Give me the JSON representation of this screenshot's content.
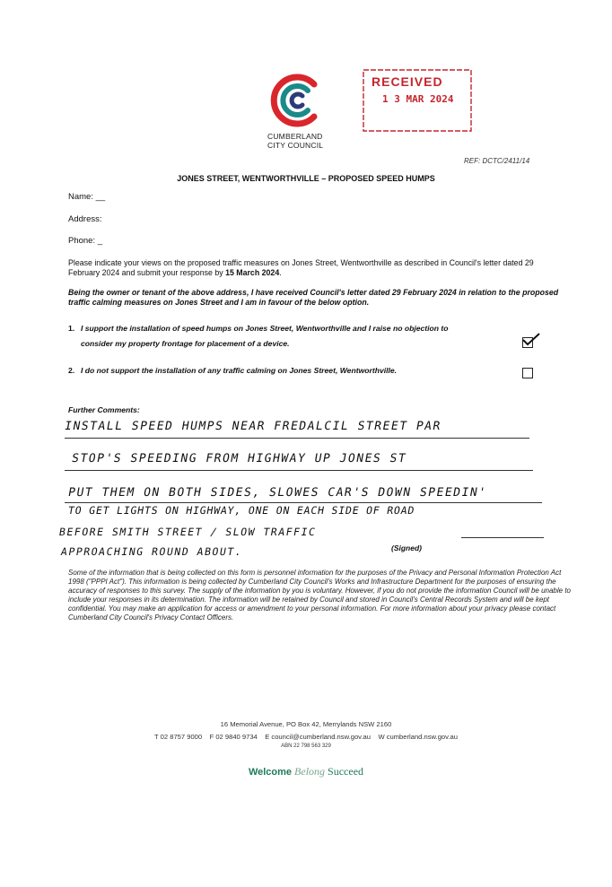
{
  "header": {
    "logo_line1": "CUMBERLAND",
    "logo_line2": "CITY COUNCIL",
    "stamp_label": "RECEIVED",
    "stamp_date": "1 3 MAR 2024",
    "ref": "REF: DCTC/2411/14"
  },
  "form": {
    "title": "JONES STREET, WENTWORTHVILLE – PROPOSED SPEED HUMPS",
    "name_label": "Name:",
    "name_value": "__",
    "address_label": "Address:",
    "address_value": "",
    "phone_label": "Phone:",
    "phone_value": "_",
    "intro_text": "Please indicate your views on the proposed traffic measures on Jones Street, Wentworthville as described in Council's letter dated 29 February 2024 and submit your response by ",
    "intro_deadline": "15 March 2024",
    "intro_end": ".",
    "declaration": "Being the owner or tenant of the above address, I have received Council's letter dated 29 February 2024 in relation to the proposed traffic calming measures on Jones Street and I am in favour of the below option.",
    "option1_num": "1.",
    "option1_line1": "I support the installation of speed humps on Jones Street, Wentworthville and I raise no objection to",
    "option1_line2": "consider my property frontage for placement of a device.",
    "option1_checked": true,
    "option2_num": "2.",
    "option2_text": "I do not support the installation of any traffic calming on Jones Street, Wentworthville.",
    "option2_checked": false,
    "comments_label": "Further Comments:",
    "signed_label": "(Signed)"
  },
  "comments": [
    "INSTALL   SPEED HUMPS   NEAR  FREDALCIL  STREET  PAR",
    "STOP'S  SPEEDING   FROM   HIGHWAY UP  JONES  ST",
    "PUT  THEM  ON   BOTH SIDES, SLOWES CAR'S DOWN  SPEEDIN'",
    "TO GET  LIGHTS ON  HIGHWAY,  ONE ON  EACH  SIDE  OF  ROAD",
    "BEFORE  SMITH STREET / SLOW  TRAFFIC",
    "APPROACHING   ROUND  ABOUT."
  ],
  "privacy": "Some of the information that is being collected on this form is personnel information for the purposes of the Privacy and Personal Information Protection Act 1998 (\"PPPI Act\"). This information is being collected by Cumberland City Council's Works and Infrastructure Department for the purposes of ensuring the accuracy of responses to this survey. The supply of the information by you is voluntary. However, if you do not provide the information Council will be unable to include your responses in its determination. The information will be retained by Council and stored in Council's Central Records System and will be kept confidential. You may make an application for access or amendment to your personal information. For more information about your privacy please contact Cumberland City Council's Privacy Contact Officers.",
  "footer": {
    "address": "16 Memorial Avenue, PO Box 42, Merrylands NSW 2160",
    "phone": "T 02 8757 9000",
    "fax": "F 02 9840 9734",
    "email": "E council@cumberland.nsw.gov.au",
    "web": "W cumberland.nsw.gov.au",
    "abn": "ABN 22 798 563 329",
    "tag_welcome": "Welcome",
    "tag_belong": "Belong",
    "tag_succeed": "Succeed"
  },
  "colors": {
    "logo_red": "#d9262c",
    "logo_teal": "#1a8a8a",
    "logo_navy": "#2b3b7a",
    "stamp_red": "#c4262f",
    "tag_green": "#1f7a5a",
    "tag_muted": "#7aa38e"
  }
}
